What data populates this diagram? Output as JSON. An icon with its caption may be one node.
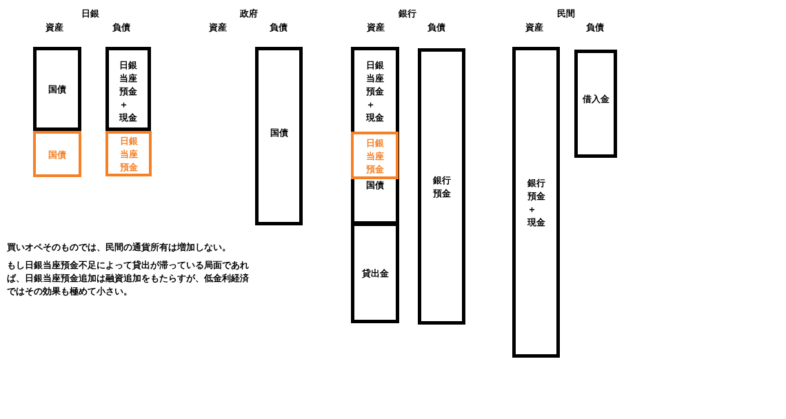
{
  "diagram": {
    "nodes": [
      {
        "text": [
          "国債"
        ]
      },
      {
        "text": [
          "国債"
        ]
      },
      {
        "text": [
          "日銀当座預金＋現金"
        ]
      },
      {
        "text": [
          "日銀当座預金"
        ]
      },
      {
        "text": [
          "国債"
        ]
      },
      {
        "text": [
          "日銀当座預金＋現金",
          "国債"
        ]
      },
      {
        "text": [
          "日銀当座預金"
        ],
        "in": 5
      },
      {
        "text": [
          "貸出金"
        ]
      },
      {
        "text": [
          "銀行預金"
        ]
      },
      {
        "text": [
          "銀行預金＋現金"
        ]
      },
      {
        "text": [
          "借入金"
        ]
      }
    ],
    "labels": [
      "日銀",
      "資産",
      "負債",
      "政府",
      "資産",
      "負債",
      "銀行",
      "資産",
      "負債",
      "民間",
      "資産",
      "負債",
      "買いオペそのものでは、民間の通貨所有は増加しない。",
      "もし日銀当座預金不足によって貸出が滞っている局面であれば、日銀当座預金追加は融資追加をもたらすが、低金利経済ではその効果も極めて小さい。"
    ]
  }
}
